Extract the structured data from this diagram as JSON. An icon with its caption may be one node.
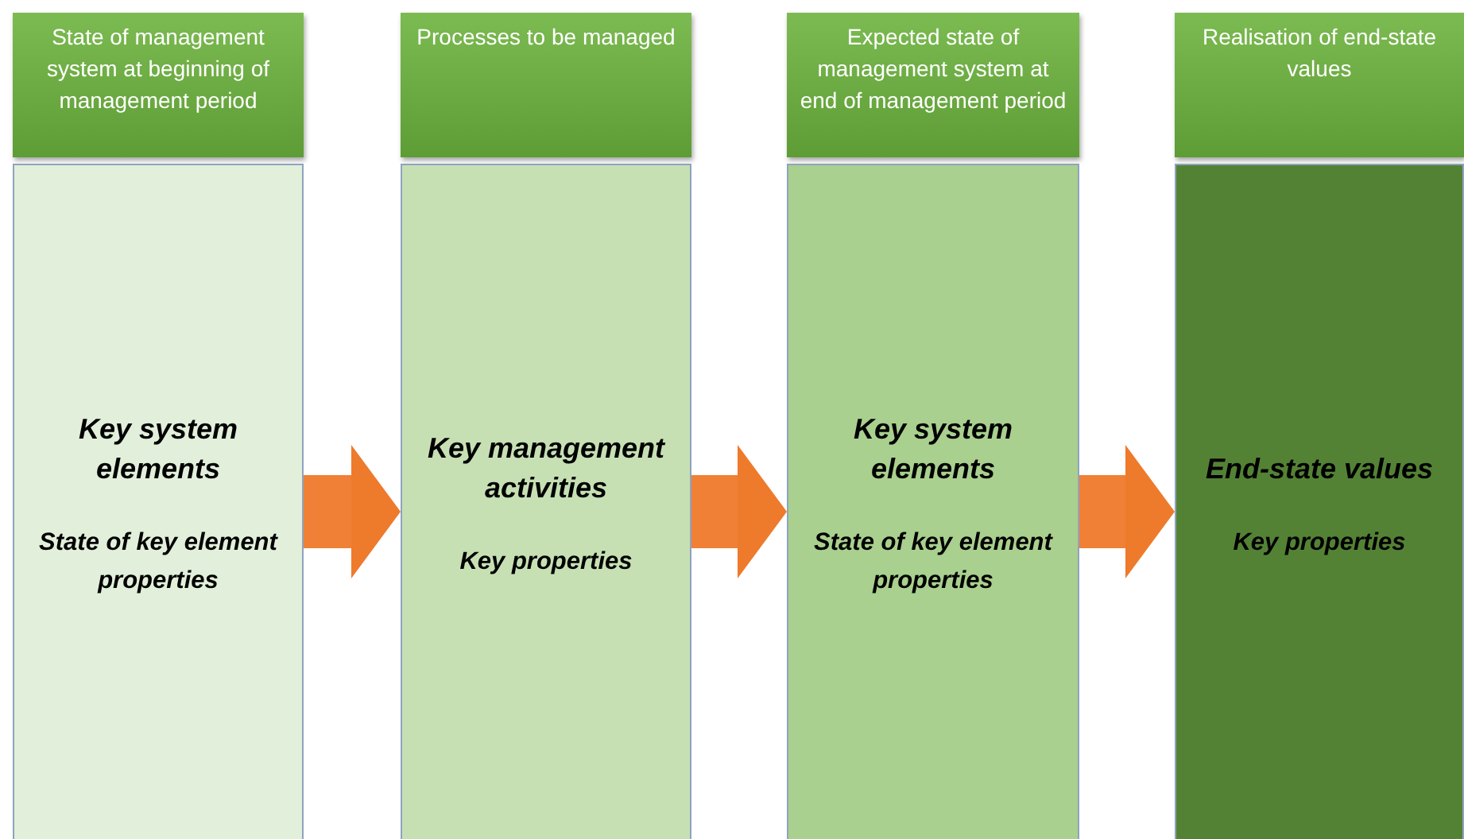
{
  "diagram": {
    "nodes": [
      {
        "text": [
          "State of management system at beginning of management period"
        ]
      },
      {
        "text": [
          "Processes to be managed"
        ]
      },
      {
        "text": [
          "Expected state of management system at end of management period"
        ]
      },
      {
        "text": [
          "Realisation of end-state values"
        ]
      },
      {
        "text": [
          "Key system elements",
          "State of key element properties"
        ]
      },
      {
        "text": [
          "Key management activities",
          "Key properties"
        ]
      },
      {
        "text": [
          "Key system elements",
          "State of key element properties"
        ]
      },
      {
        "text": [
          "End-state values",
          "Key properties"
        ]
      }
    ],
    "edges": [
      {
        "from": 4,
        "to": 5,
        "arrow": "to"
      },
      {
        "from": 5,
        "to": 6,
        "arrow": "to"
      },
      {
        "from": 6,
        "to": 7,
        "arrow": "to"
      }
    ]
  }
}
